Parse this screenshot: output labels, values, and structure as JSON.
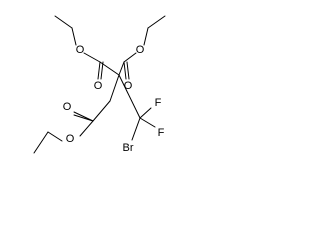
{
  "molecule": {
    "atoms": {
      "o_ester1_carbonyl": "O",
      "o_ester1_ether": "O",
      "o_ester2_carbonyl": "O",
      "o_ester2_ether": "O",
      "o_ester3_carbonyl": "O",
      "o_ester3_ether": "O",
      "br": "Br",
      "f_top": "F",
      "f_bottom": "F"
    }
  }
}
